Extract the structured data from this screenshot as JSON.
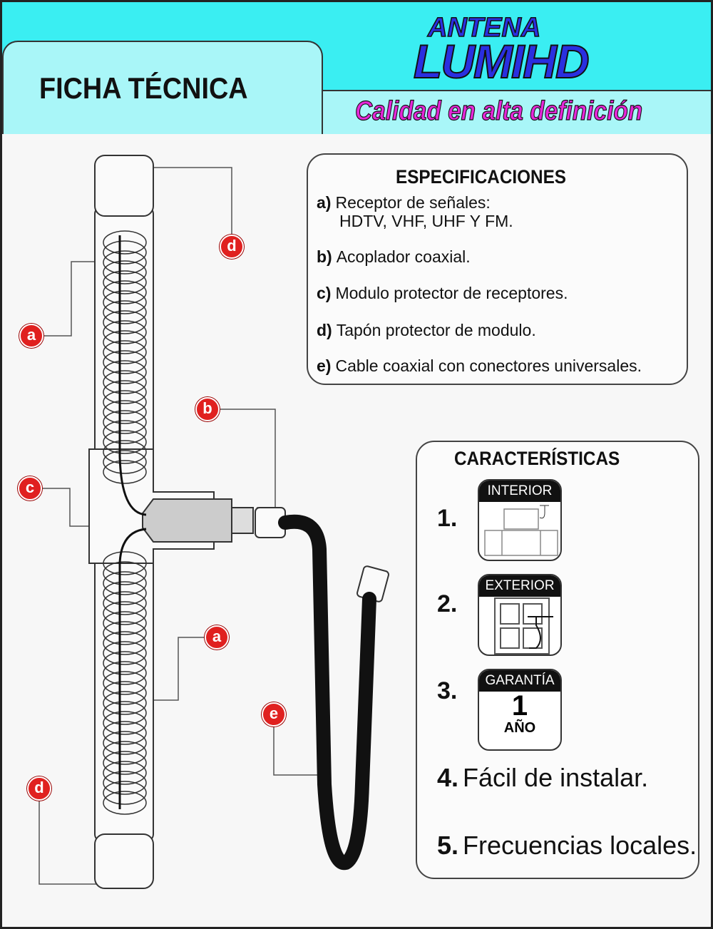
{
  "header": {
    "title": "FICHA TÉCNICA",
    "logo_line1": "ANTENA",
    "logo_line2": "LUMIHD",
    "tagline": "Calidad en alta definición"
  },
  "colors": {
    "header": "#3aeef2",
    "tab": "#a9f6f8",
    "logo": "#2a2fe0",
    "tagline": "#e528d8",
    "label": "#e0201f"
  },
  "specs": {
    "title": "ESPECIFICACIONES",
    "items": [
      {
        "key": "a)",
        "text": "Receptor de señales:",
        "text2": "HDTV, VHF, UHF Y FM."
      },
      {
        "key": "b)",
        "text": "Acoplador coaxial."
      },
      {
        "key": "c)",
        "text": "Modulo protector de receptores."
      },
      {
        "key": "d)",
        "text": "Tapón protector de modulo."
      },
      {
        "key": "e)",
        "text": "Cable coaxial con conectores universales."
      }
    ]
  },
  "features": {
    "title": "CARACTERÍSTICAS",
    "items": [
      {
        "num": "1.",
        "label": "INTERIOR"
      },
      {
        "num": "2.",
        "label": "EXTERIOR"
      },
      {
        "num": "3.",
        "label": "GARANTÍA",
        "value": "1",
        "unit": "AÑO"
      },
      {
        "num": "4.",
        "text": "Fácil de instalar."
      },
      {
        "num": "5.",
        "text": "Frecuencias locales."
      }
    ]
  },
  "diagram_labels": [
    "d",
    "a",
    "b",
    "c",
    "a",
    "e",
    "d"
  ]
}
